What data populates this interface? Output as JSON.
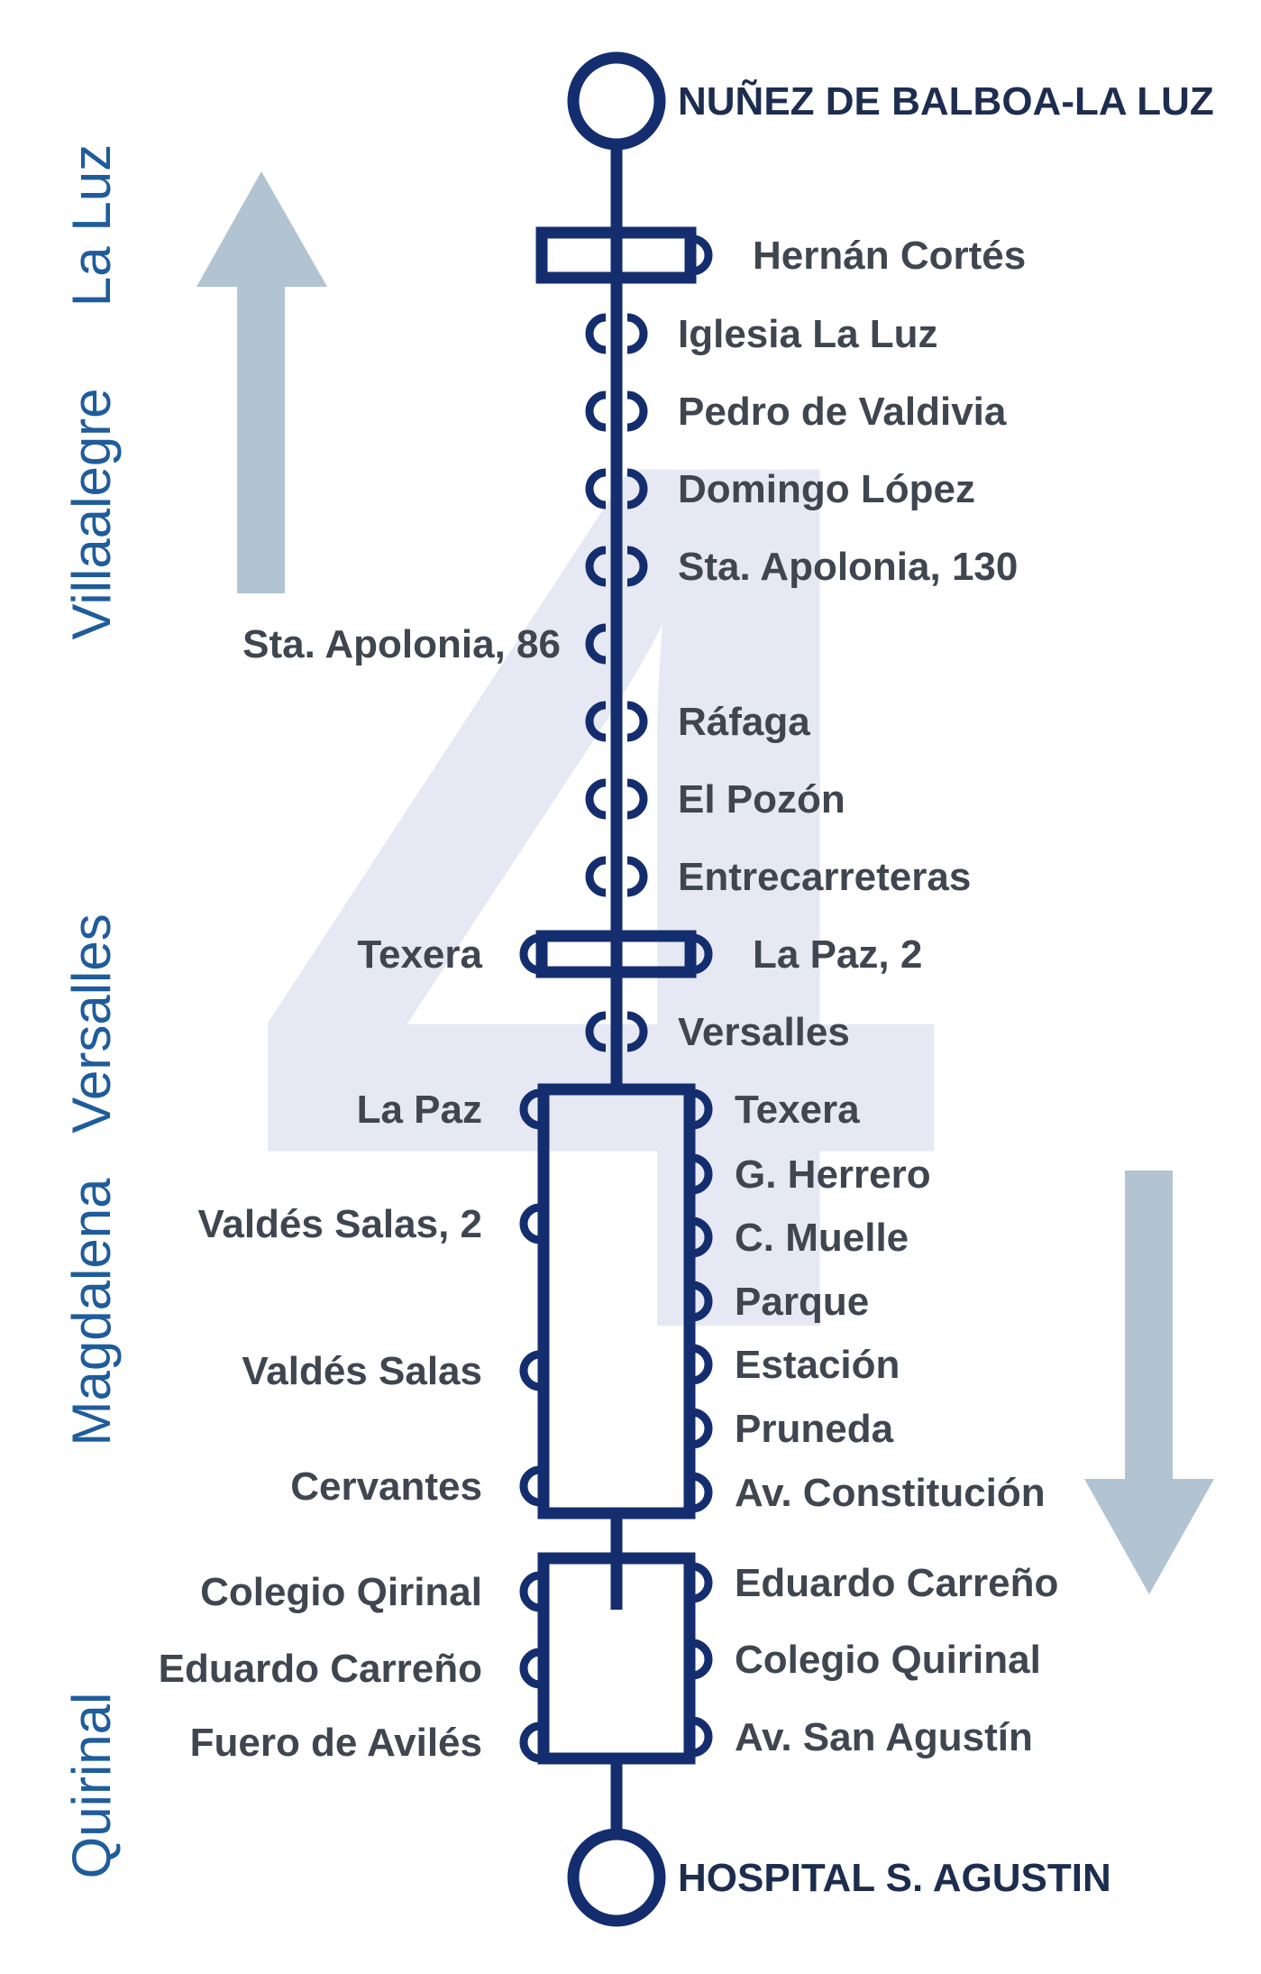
{
  "colors": {
    "route": "#142d6e",
    "district_text": "#1f5c9c",
    "stop_text": "#3f4650",
    "arrow": "#b2c4d1",
    "watermark": "#e6e9f3"
  },
  "watermark": {
    "text": "4"
  },
  "terminals": {
    "north": "NUÑEZ DE BALBOA-LA LUZ",
    "south": "HOSPITAL S. AGUSTIN"
  },
  "districts": [
    "La Luz",
    "Villaalegre",
    "Versalles",
    "Magdalena",
    "Quirinal"
  ],
  "direction_arrows": {
    "left": "up-arrow-icon",
    "right": "down-arrow-icon"
  },
  "stops": {
    "right": [
      "Hernán Cortés",
      "Iglesia La Luz",
      "Pedro de Valdivia",
      "Domingo López",
      "Sta. Apolonia, 130",
      "Ráfaga",
      "El Pozón",
      "Entrecarreteras",
      "La Paz, 2",
      "Versalles",
      "Texera",
      "G. Herrero",
      "C. Muelle",
      "Parque",
      "Estación",
      "Pruneda",
      "Av. Constitución",
      "Eduardo Carreño",
      "Colegio Quirinal",
      "Av. San Agustín"
    ],
    "left": [
      "Sta. Apolonia, 86",
      "Texera",
      "La Paz",
      "Valdés Salas, 2",
      "Valdés Salas",
      "Cervantes",
      "Colegio Qirinal",
      "Eduardo Carreño",
      "Fuero de Avilés"
    ]
  }
}
